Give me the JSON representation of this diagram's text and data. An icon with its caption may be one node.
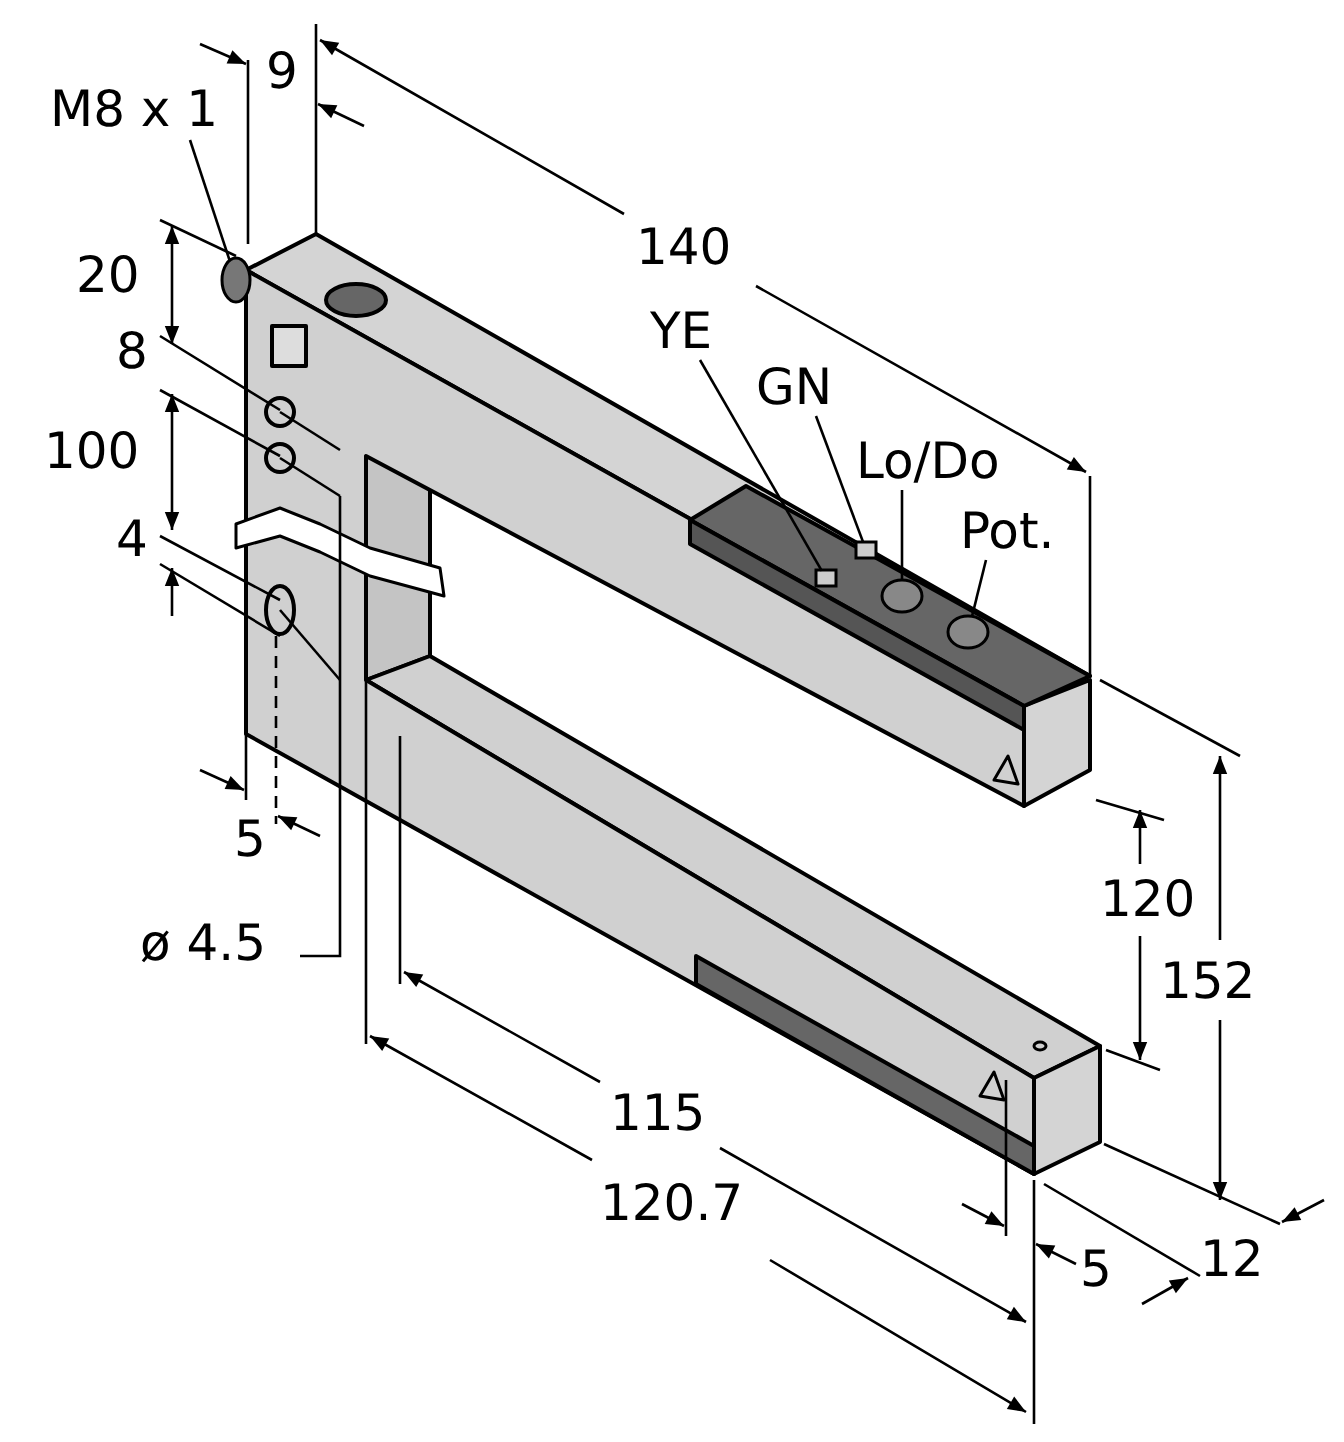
{
  "diagram": {
    "nodes": [
      {
        "text": [
          "M8 x 1"
        ]
      },
      {
        "text": [
          "YE"
        ]
      },
      {
        "text": [
          "GN"
        ]
      },
      {
        "text": [
          "Lo/Do"
        ]
      },
      {
        "text": [
          "Pot."
        ]
      },
      {
        "text": [],
        "shape": "cylinder"
      },
      {
        "text": [],
        "shape": "box"
      },
      {
        "text": [],
        "shape": "box"
      },
      {
        "text": [],
        "shape": "circle"
      },
      {
        "text": [],
        "shape": "circle"
      }
    ],
    "edges": [
      {
        "from": 0,
        "to": 5,
        "arrow": "none"
      },
      {
        "from": 1,
        "to": 6,
        "arrow": "none"
      },
      {
        "from": 2,
        "to": 7,
        "arrow": "none"
      },
      {
        "from": 3,
        "to": 8,
        "arrow": "none"
      },
      {
        "from": 4,
        "to": 9,
        "arrow": "none"
      }
    ],
    "labels": [
      "9",
      "140",
      "20",
      "8",
      "100",
      "4",
      "5",
      "ø 4.5",
      "120",
      "152",
      "115",
      "120.7",
      "5",
      "12"
    ]
  }
}
